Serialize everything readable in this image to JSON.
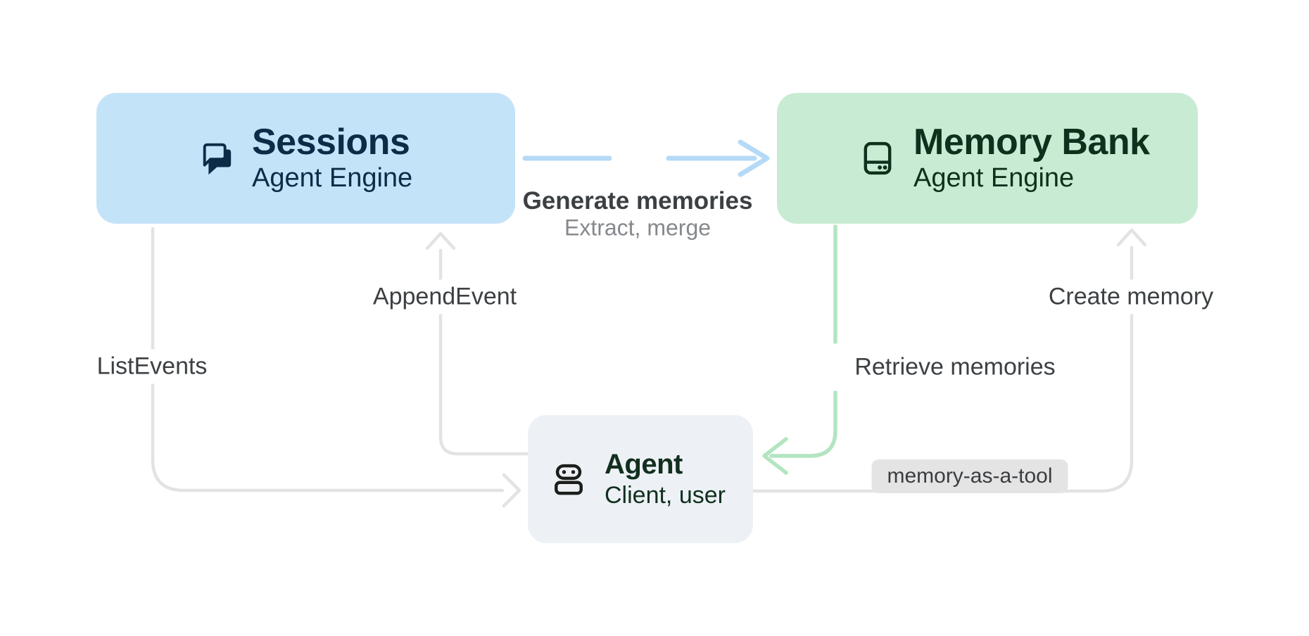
{
  "nodes": {
    "sessions": {
      "title": "Sessions",
      "subtitle": "Agent Engine",
      "icon": "forum-chat-icon",
      "bg_color": "#c3e3f8",
      "text_color": "#0c2b47"
    },
    "memory_bank": {
      "title": "Memory Bank",
      "subtitle": "Agent Engine",
      "icon": "hard-drive-icon",
      "bg_color": "#c8ecd3",
      "text_color": "#0e301d"
    },
    "agent": {
      "title": "Agent",
      "subtitle": "Client, user",
      "icon": "robot-icon",
      "bg_color": "#edf1f5",
      "text_color": "#112f1e"
    }
  },
  "edges": {
    "generate_memories": {
      "label": "Generate memories",
      "sublabel": "Extract, merge",
      "from": "Sessions",
      "to": "Memory Bank",
      "color": "#b5daf8",
      "decoration": "sparkle-icon"
    },
    "retrieve_memories": {
      "label": "Retrieve memories",
      "from": "Memory Bank",
      "to": "Agent",
      "color": "#b2e5c0",
      "decoration": "sparkle-icon"
    },
    "append_event": {
      "label": "AppendEvent",
      "from": "Agent",
      "to": "Sessions",
      "color": "#e3e3e4"
    },
    "list_events": {
      "label": "ListEvents",
      "from": "Sessions",
      "to": "Agent",
      "color": "#e3e3e4"
    },
    "create_memory": {
      "label": "Create memory",
      "badge": "memory-as-a-tool",
      "from": "Agent",
      "to": "Memory Bank",
      "color": "#e3e3e4"
    }
  }
}
